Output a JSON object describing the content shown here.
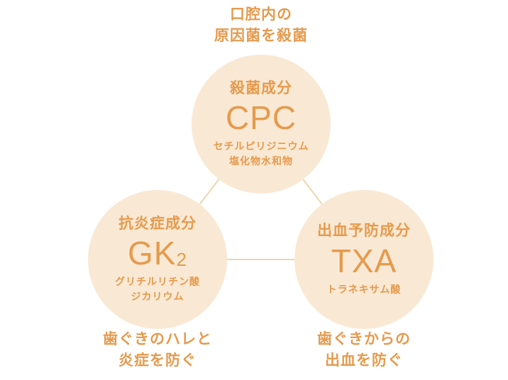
{
  "colors": {
    "accent_text": "#E69A4D",
    "circle_fill": "#F9E9D4",
    "connector_line": "#EFD5AC",
    "background": "#FFFFFF"
  },
  "captions": {
    "top": {
      "line1": "口腔内の",
      "line2": "原因菌を殺菌"
    },
    "bottom_left": {
      "line1": "歯ぐきのハレと",
      "line2": "炎症を防ぐ"
    },
    "bottom_right": {
      "line1": "歯ぐきからの",
      "line2": "出血を防ぐ"
    }
  },
  "circles": {
    "cpc": {
      "category": "殺菌成分",
      "abbr": "CPC",
      "sub1": "セチルピリジニウム",
      "sub2": "塩化物水和物"
    },
    "gk2": {
      "category": "抗炎症成分",
      "abbr": "GK",
      "abbr_subscript": "2",
      "sub1": "グリチルリチン酸",
      "sub2": "ジカリウム"
    },
    "txa": {
      "category": "出血予防成分",
      "abbr": "TXA",
      "sub1": "トラネキサム酸"
    }
  }
}
